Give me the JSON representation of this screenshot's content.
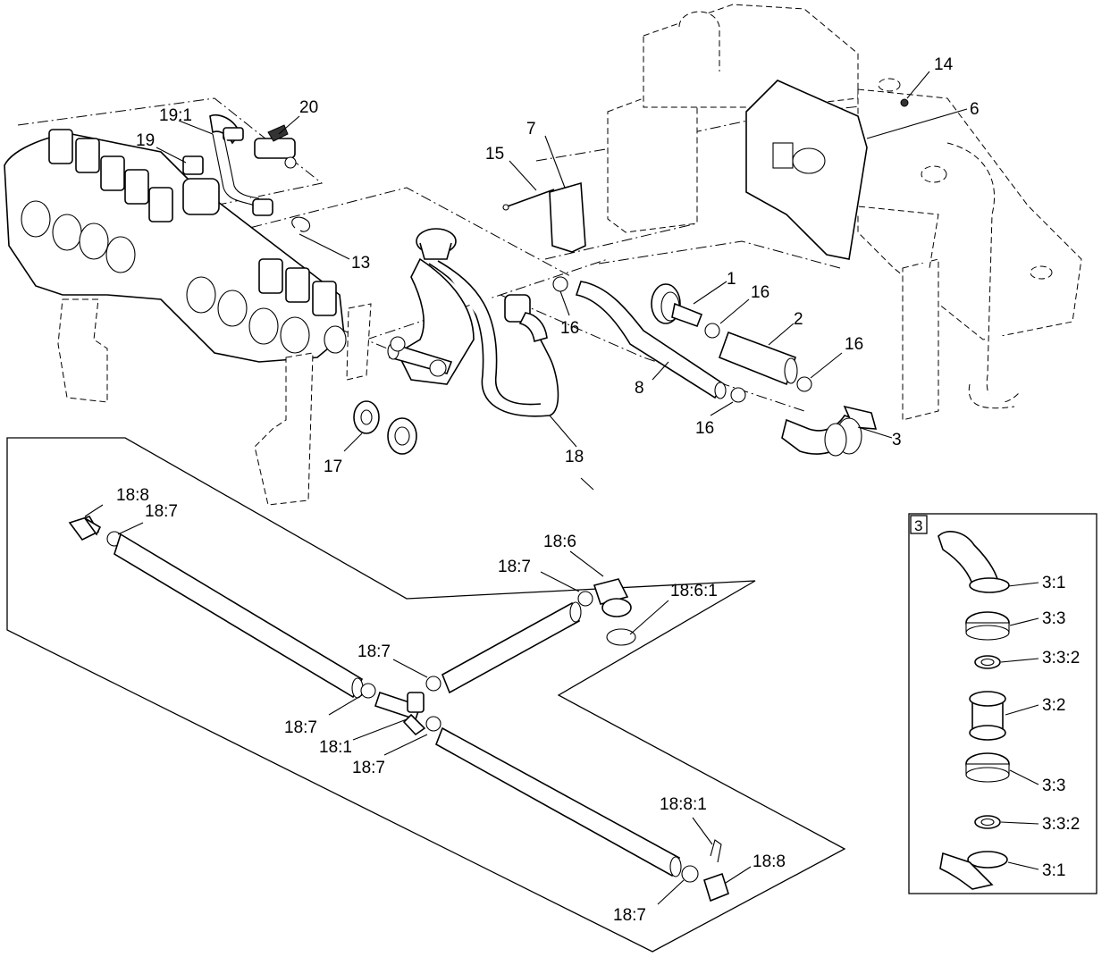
{
  "callouts": {
    "c1": "1",
    "c2": "2",
    "c3": "3",
    "c6": "6",
    "c7": "7",
    "c8": "8",
    "c13": "13",
    "c14": "14",
    "c15": "15",
    "c16a": "16",
    "c16b": "16",
    "c16c": "16",
    "c16d": "16",
    "c17": "17",
    "c18": "18",
    "c19": "19",
    "c19_1": "19:1",
    "c20": "20",
    "c18_1": "18:1",
    "c18_6": "18:6",
    "c18_6_1": "18:6:1",
    "c18_7a": "18:7",
    "c18_7b": "18:7",
    "c18_7c": "18:7",
    "c18_7d": "18:7",
    "c18_7e": "18:7",
    "c18_7f": "18:7",
    "c18_8a": "18:8",
    "c18_8b": "18:8",
    "c18_8_1": "18:8:1"
  },
  "inset": {
    "tag": "3",
    "c3_1a": "3:1",
    "c3_3a": "3:3",
    "c3_3_2a": "3:3:2",
    "c3_2": "3:2",
    "c3_3b": "3:3",
    "c3_3_2b": "3:3:2",
    "c3_1b": "3:1"
  }
}
